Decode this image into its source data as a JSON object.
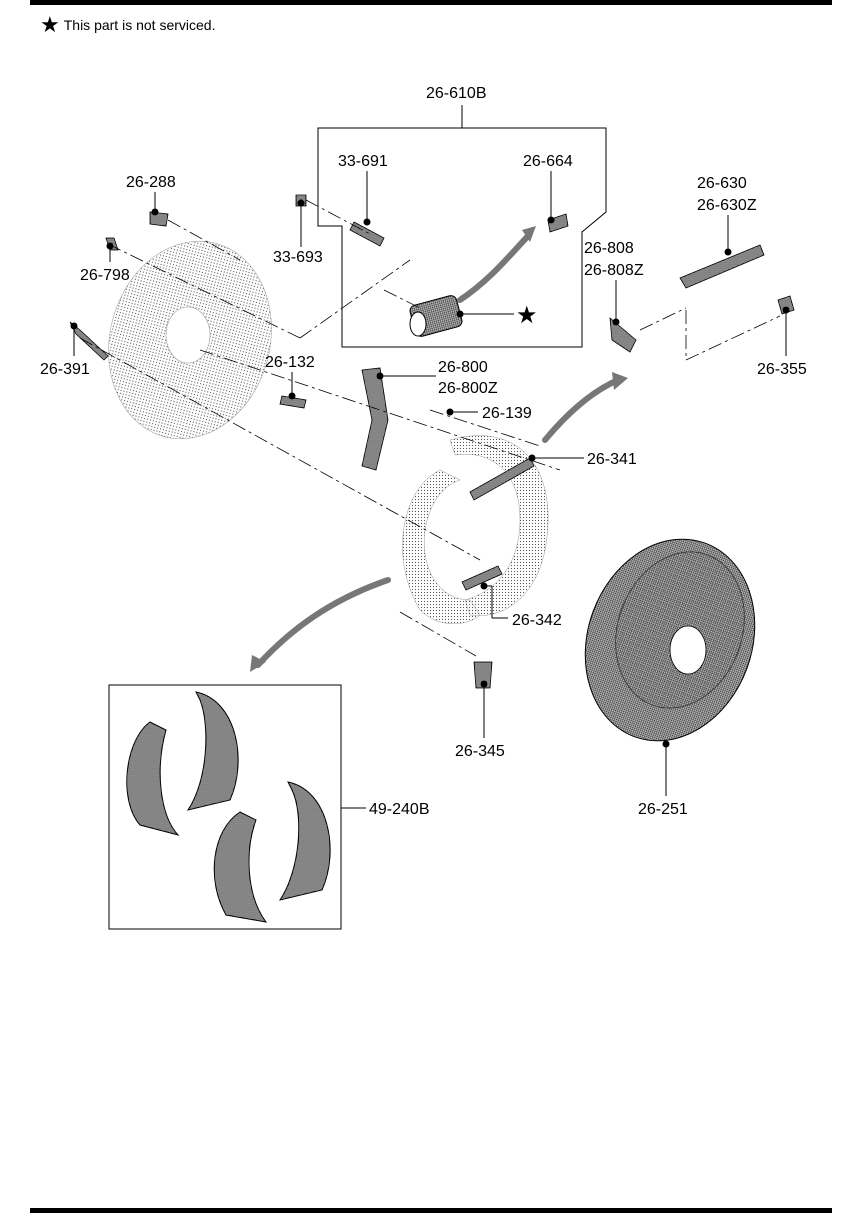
{
  "note": {
    "star_icon": "star-icon",
    "text": "This part is not serviced."
  },
  "labels": [
    {
      "id": "26-610B",
      "text": "26-610B"
    },
    {
      "id": "33-691",
      "text": "33-691"
    },
    {
      "id": "26-664",
      "text": "26-664"
    },
    {
      "id": "26-288",
      "text": "26-288"
    },
    {
      "id": "33-693",
      "text": "33-693"
    },
    {
      "id": "26-630",
      "text": "26-630"
    },
    {
      "id": "26-630Z",
      "text": "26-630Z"
    },
    {
      "id": "26-798",
      "text": "26-798"
    },
    {
      "id": "26-808",
      "text": "26-808"
    },
    {
      "id": "26-808Z",
      "text": "26-808Z"
    },
    {
      "id": "26-391",
      "text": "26-391"
    },
    {
      "id": "26-132",
      "text": "26-132"
    },
    {
      "id": "26-800",
      "text": "26-800"
    },
    {
      "id": "26-800Z",
      "text": "26-800Z"
    },
    {
      "id": "26-355",
      "text": "26-355"
    },
    {
      "id": "26-139",
      "text": "26-139"
    },
    {
      "id": "26-341",
      "text": "26-341"
    },
    {
      "id": "26-342",
      "text": "26-342"
    },
    {
      "id": "26-345",
      "text": "26-345"
    },
    {
      "id": "49-240B",
      "text": "49-240B"
    },
    {
      "id": "26-251",
      "text": "26-251"
    }
  ]
}
